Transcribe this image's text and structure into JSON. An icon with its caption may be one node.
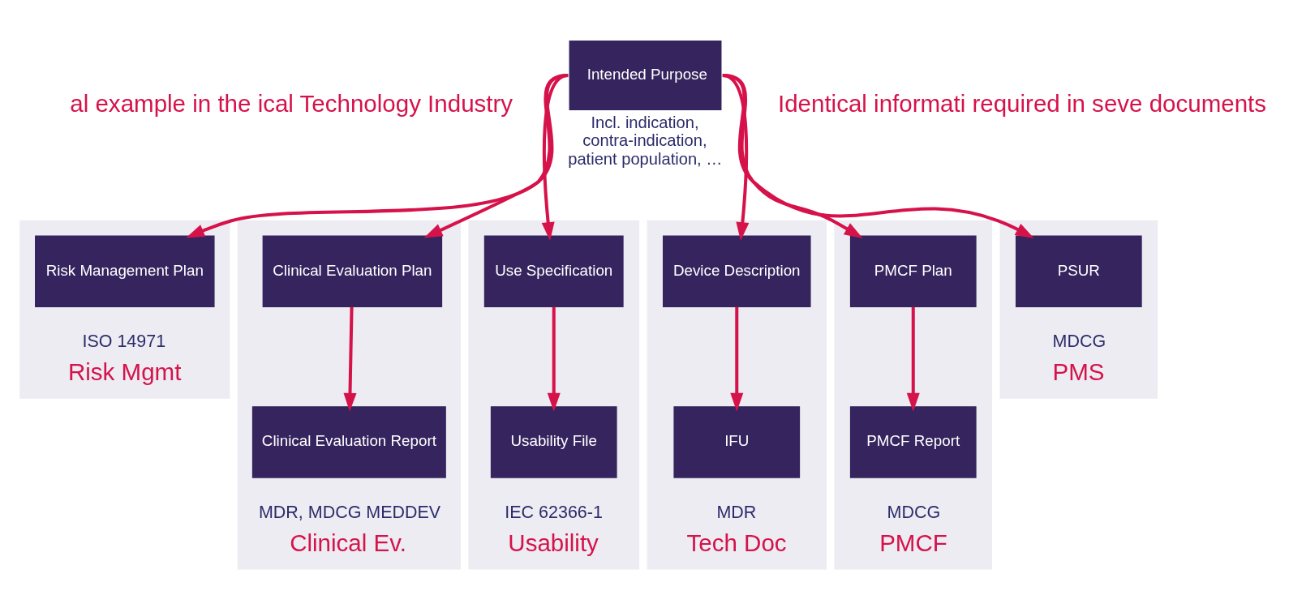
{
  "diagram": {
    "nodes": [
      {
        "text": [
          "Intended Purpose"
        ],
        "beside": [
          "Incl. indication, contra-indication, patient population, …"
        ]
      },
      {
        "text": [
          "ISO 14971",
          "Risk Mgmt"
        ]
      },
      {
        "text": [
          "Risk Management Plan"
        ],
        "in": 1
      },
      {
        "text": [
          "MDR, MDCG MEDDEV",
          "Clinical Ev."
        ]
      },
      {
        "text": [
          "Clinical Evaluation Plan"
        ],
        "in": 3
      },
      {
        "text": [
          "Clinical Evaluation Report"
        ],
        "in": 3
      },
      {
        "text": [
          "IEC 62366-1",
          "Usability"
        ]
      },
      {
        "text": [
          "Use Specification"
        ],
        "in": 6
      },
      {
        "text": [
          "Usability File"
        ],
        "in": 6
      },
      {
        "text": [
          "MDR",
          "Tech Doc"
        ]
      },
      {
        "text": [
          "Device Description"
        ],
        "in": 9
      },
      {
        "text": [
          "IFU"
        ],
        "in": 9
      },
      {
        "text": [
          "MDCG",
          "PMCF"
        ]
      },
      {
        "text": [
          "PMCF Plan"
        ],
        "in": 12
      },
      {
        "text": [
          "PMCF Report"
        ],
        "in": 12
      },
      {
        "text": [
          "MDCG",
          "PMS"
        ]
      },
      {
        "text": [
          "PSUR"
        ],
        "in": 15
      }
    ],
    "edges": [
      {
        "from": 0,
        "to": 2,
        "arrow": "to"
      },
      {
        "from": 0,
        "to": 4,
        "arrow": "to"
      },
      {
        "from": 0,
        "to": 7,
        "arrow": "to"
      },
      {
        "from": 0,
        "to": 10,
        "arrow": "to"
      },
      {
        "from": 0,
        "to": 13,
        "arrow": "to"
      },
      {
        "from": 0,
        "to": 16,
        "arrow": "to"
      },
      {
        "from": 4,
        "to": 5,
        "arrow": "to"
      },
      {
        "from": 7,
        "to": 8,
        "arrow": "to"
      },
      {
        "from": 10,
        "to": 11,
        "arrow": "to"
      },
      {
        "from": 13,
        "to": 14,
        "arrow": "to"
      }
    ],
    "labels": [
      "al example in the ical Technology Industry",
      "Identical informati required in seve documents"
    ]
  }
}
